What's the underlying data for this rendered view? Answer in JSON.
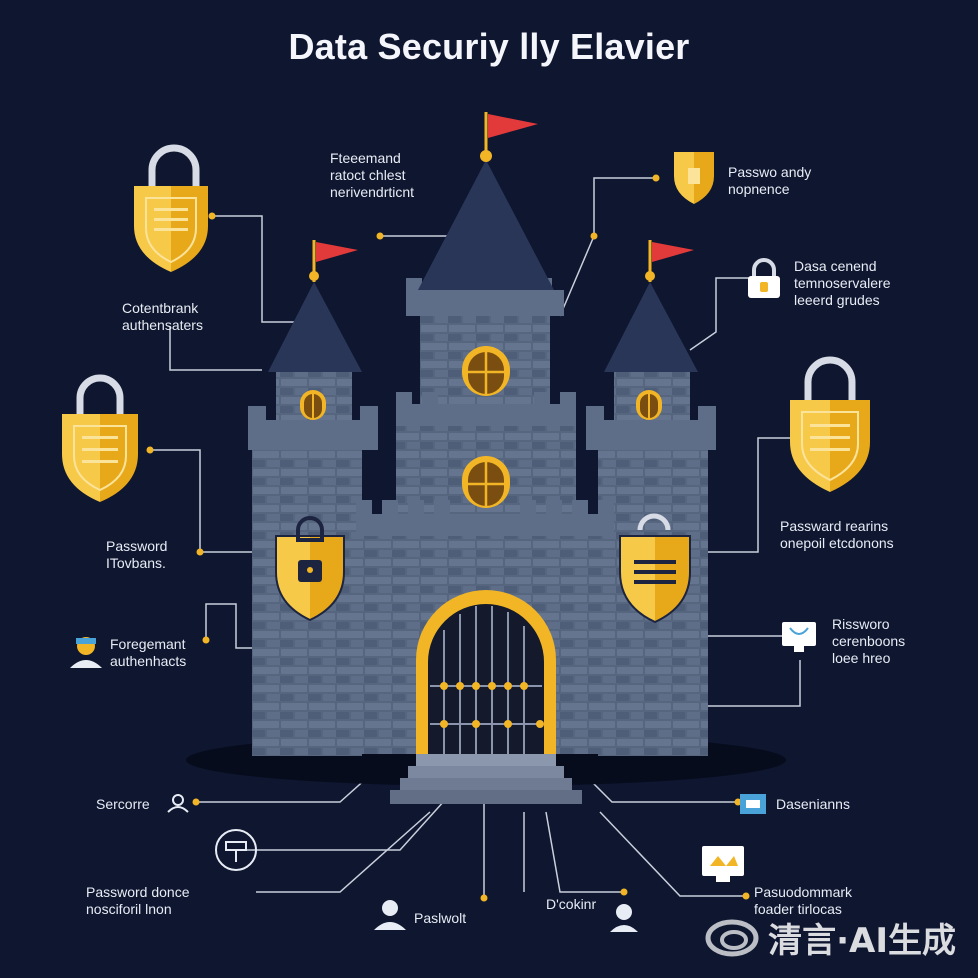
{
  "title": "Data Securiy lly Elavier",
  "labels": {
    "top_center": [
      "Fteeemand",
      "ratoct chlest",
      "nerivendrticnt"
    ],
    "top_right": [
      "Passwo andy",
      "nopnence"
    ],
    "right_upper": [
      "Dasa cenend",
      "temnoservalere",
      "leeerd grudes"
    ],
    "left_upper": [
      "Cotentbrank",
      "authensaters"
    ],
    "left_middle": [
      "Password",
      "ITovbans."
    ],
    "right_middle": [
      "Passward rearins",
      "onepoil etcdonons"
    ],
    "left_lower": [
      "Foregemant",
      "authenhacts"
    ],
    "right_lower": [
      "Rissworo",
      "cerenboons",
      "loee hreo"
    ],
    "bottom_left_top": [
      "Sercorre"
    ],
    "bottom_right_top": [
      "Dasenianns"
    ],
    "bottom_left": [
      "Password donce",
      "nosciforil lnon"
    ],
    "bottom_center_left": [
      "Paslwolt"
    ],
    "bottom_center_right": [
      "D'cokinr"
    ],
    "bottom_right": [
      "Pasuodommark",
      "foader tirlocas"
    ]
  },
  "watermark": "清言·AI生成",
  "colors": {
    "background": "#0e1630",
    "stone": "#5b6b88",
    "stone_dark": "#414e68",
    "roof": "#2a3658",
    "gold": "#f2b526",
    "flag": "#e23a3a",
    "line": "#c9cfdb"
  },
  "icons": [
    "lock-shield-icon",
    "padlock-icon",
    "user-icon",
    "monitor-icon",
    "fingerprint-icon",
    "castle-icon"
  ]
}
